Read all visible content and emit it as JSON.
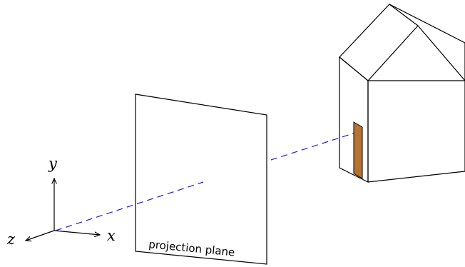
{
  "axes": {
    "x_label": "x",
    "y_label": "y",
    "z_label": "z"
  },
  "projection_plane": {
    "label": "projection plane"
  },
  "colors": {
    "outline": "#000000",
    "sight_line": "#1f1fcc",
    "door": "#b87333"
  }
}
